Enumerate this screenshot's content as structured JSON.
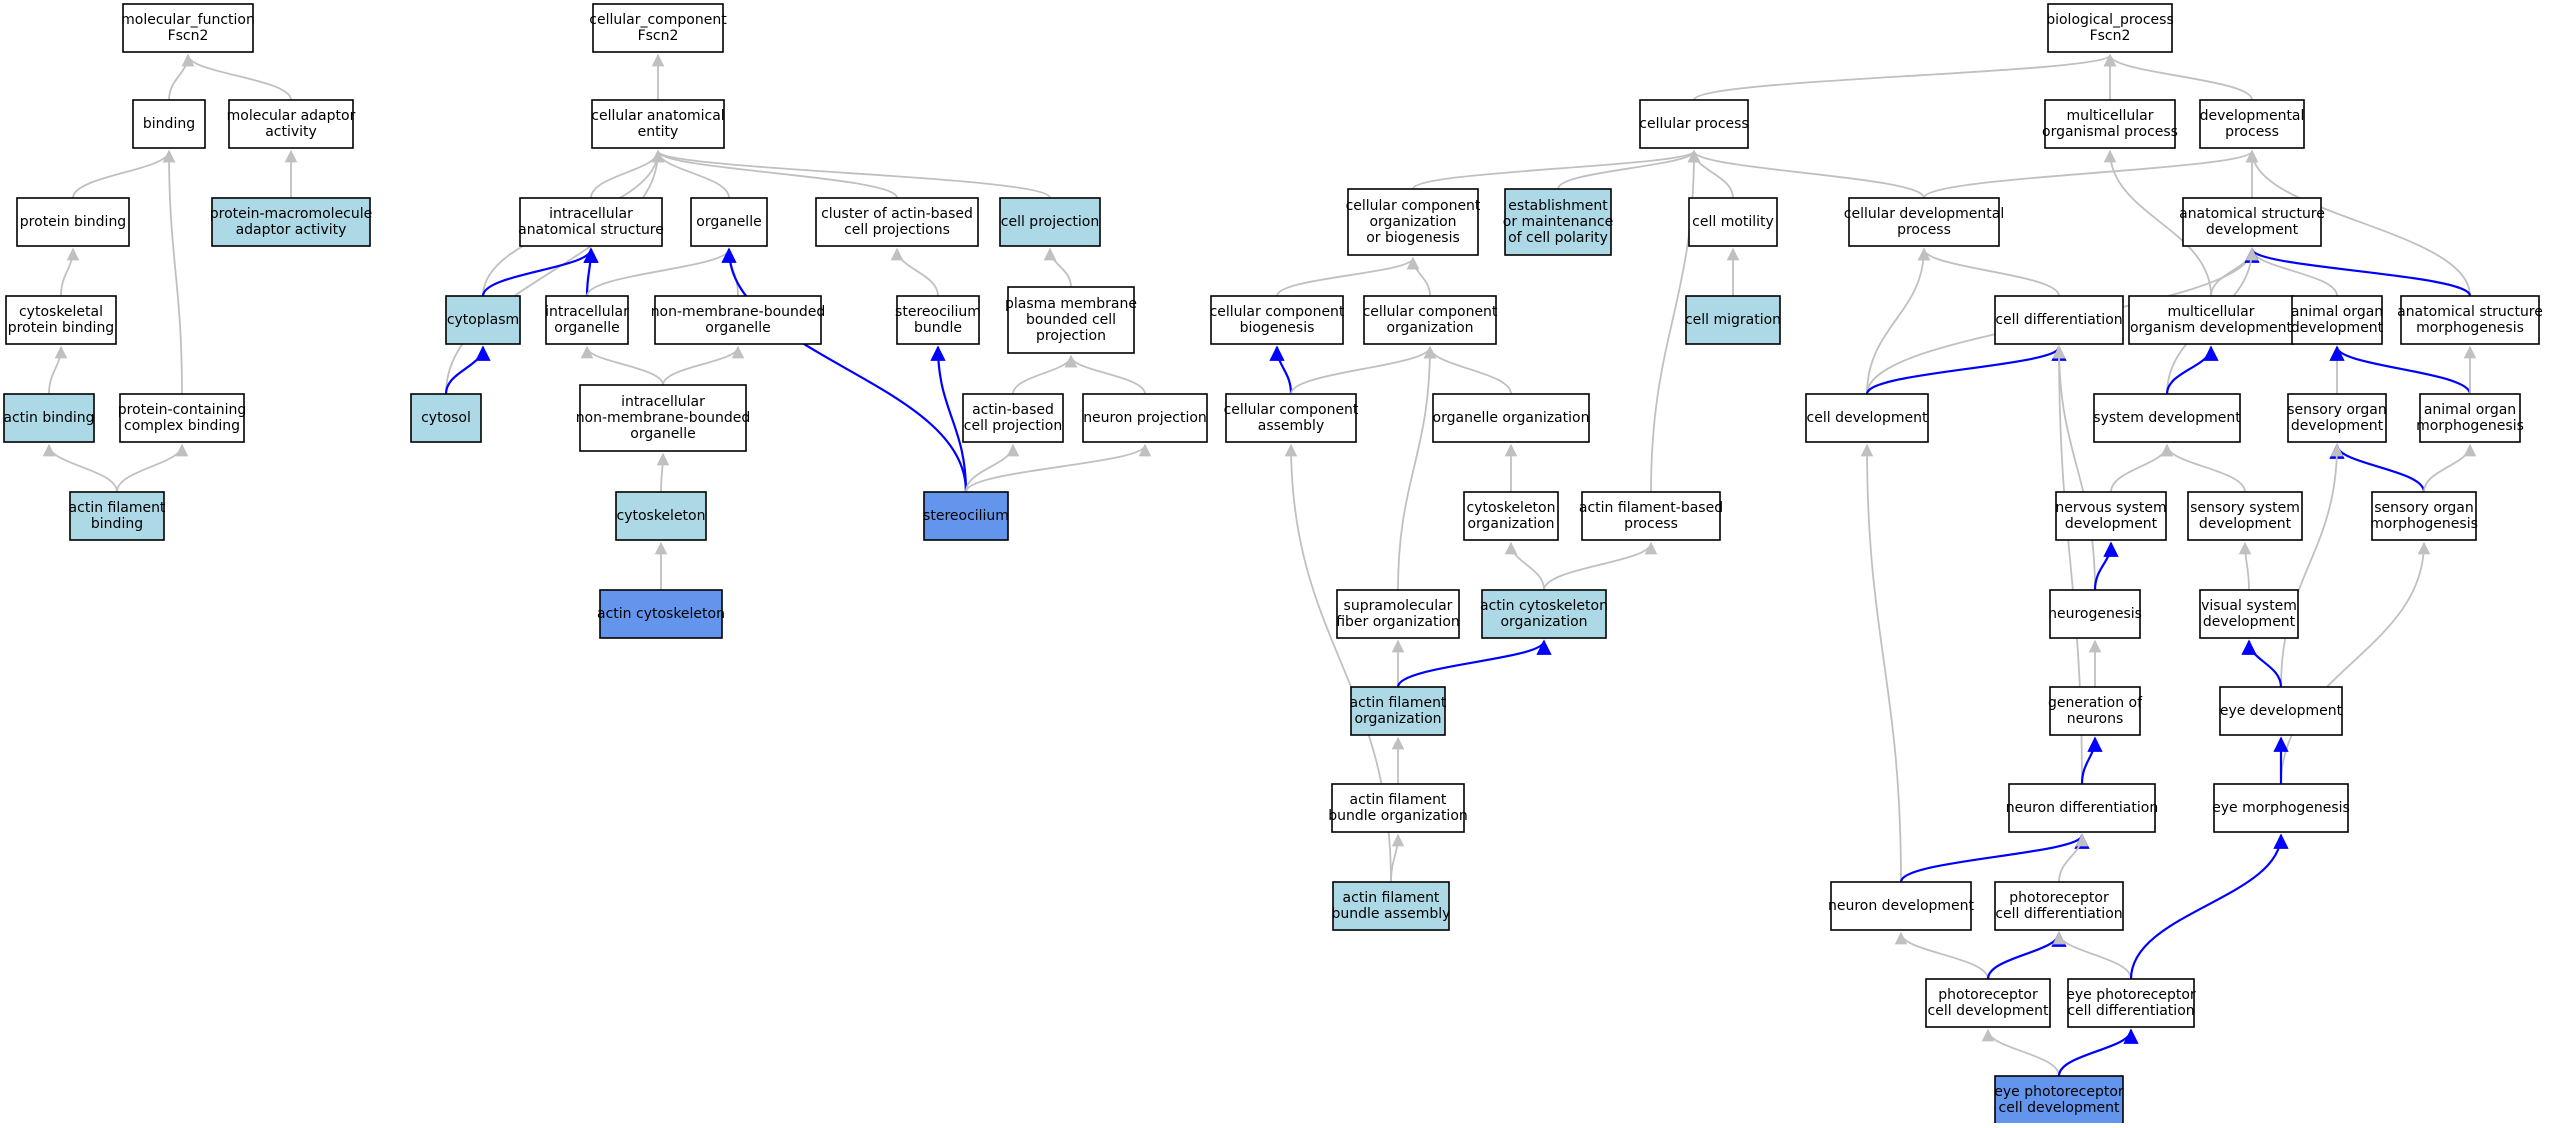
{
  "colors": {
    "plain": "#ffffff",
    "light": "#add8e6",
    "dark": "#6495ed",
    "edge_gray": "#c0c0c0",
    "edge_blue": "#0000ff"
  },
  "nodes": [
    {
      "id": "mf_root",
      "lines": [
        "molecular_function",
        "Fscn2"
      ],
      "style": "plain"
    },
    {
      "id": "binding",
      "lines": [
        "binding"
      ],
      "style": "plain"
    },
    {
      "id": "mol_adaptor",
      "lines": [
        "molecular adaptor",
        "activity"
      ],
      "style": "plain"
    },
    {
      "id": "protein_binding",
      "lines": [
        "protein binding"
      ],
      "style": "plain"
    },
    {
      "id": "prot_macro_adaptor",
      "lines": [
        "protein-macromolecule",
        "adaptor activity"
      ],
      "style": "light"
    },
    {
      "id": "cytoskeletal_pb",
      "lines": [
        "cytoskeletal",
        "protein binding"
      ],
      "style": "plain"
    },
    {
      "id": "actin_binding",
      "lines": [
        "actin binding"
      ],
      "style": "light"
    },
    {
      "id": "protein_complex_binding",
      "lines": [
        "protein-containing",
        "complex binding"
      ],
      "style": "plain"
    },
    {
      "id": "actin_filament_binding",
      "lines": [
        "actin filament",
        "binding"
      ],
      "style": "light"
    },
    {
      "id": "cc_root",
      "lines": [
        "cellular_component",
        "Fscn2"
      ],
      "style": "plain"
    },
    {
      "id": "cell_anat_entity",
      "lines": [
        "cellular anatomical",
        "entity"
      ],
      "style": "plain"
    },
    {
      "id": "intracellular_anat",
      "lines": [
        "intracellular",
        "anatomical structure"
      ],
      "style": "plain"
    },
    {
      "id": "organelle",
      "lines": [
        "organelle"
      ],
      "style": "plain"
    },
    {
      "id": "cluster_actin",
      "lines": [
        "cluster of actin-based",
        "cell projections"
      ],
      "style": "plain"
    },
    {
      "id": "cell_projection",
      "lines": [
        "cell projection"
      ],
      "style": "light"
    },
    {
      "id": "cytoplasm",
      "lines": [
        "cytoplasm"
      ],
      "style": "light"
    },
    {
      "id": "intracellular_organelle",
      "lines": [
        "intracellular",
        "organelle"
      ],
      "style": "plain"
    },
    {
      "id": "non_membrane_organelle",
      "lines": [
        "non-membrane-bounded",
        "organelle"
      ],
      "style": "plain"
    },
    {
      "id": "stereocilium_bundle",
      "lines": [
        "stereocilium",
        "bundle"
      ],
      "style": "plain"
    },
    {
      "id": "plasma_membrane_proj",
      "lines": [
        "plasma membrane",
        "bounded cell",
        "projection"
      ],
      "style": "plain"
    },
    {
      "id": "cytosol",
      "lines": [
        "cytosol"
      ],
      "style": "light"
    },
    {
      "id": "intracellular_nmbo",
      "lines": [
        "intracellular",
        "non-membrane-bounded",
        "organelle"
      ],
      "style": "plain"
    },
    {
      "id": "actin_based_proj",
      "lines": [
        "actin-based",
        "cell projection"
      ],
      "style": "plain"
    },
    {
      "id": "neuron_projection",
      "lines": [
        "neuron projection"
      ],
      "style": "plain"
    },
    {
      "id": "cytoskeleton",
      "lines": [
        "cytoskeleton"
      ],
      "style": "light"
    },
    {
      "id": "stereocilium",
      "lines": [
        "stereocilium"
      ],
      "style": "dark"
    },
    {
      "id": "actin_cytoskeleton",
      "lines": [
        "actin cytoskeleton"
      ],
      "style": "dark"
    },
    {
      "id": "bp_root",
      "lines": [
        "biological_process",
        "Fscn2"
      ],
      "style": "plain"
    },
    {
      "id": "cellular_process",
      "lines": [
        "cellular process"
      ],
      "style": "plain"
    },
    {
      "id": "multicellular_proc",
      "lines": [
        "multicellular",
        "organismal process"
      ],
      "style": "plain"
    },
    {
      "id": "developmental_proc",
      "lines": [
        "developmental",
        "process"
      ],
      "style": "plain"
    },
    {
      "id": "cc_org_biogenesis",
      "lines": [
        "cellular component",
        "organization",
        "or biogenesis"
      ],
      "style": "plain"
    },
    {
      "id": "establish_polarity",
      "lines": [
        "establishment",
        "or maintenance",
        "of cell polarity"
      ],
      "style": "light"
    },
    {
      "id": "cell_motility",
      "lines": [
        "cell motility"
      ],
      "style": "plain"
    },
    {
      "id": "cellular_dev_proc",
      "lines": [
        "cellular developmental",
        "process"
      ],
      "style": "plain"
    },
    {
      "id": "anat_struct_dev",
      "lines": [
        "anatomical structure",
        "development"
      ],
      "style": "plain"
    },
    {
      "id": "cc_biogenesis",
      "lines": [
        "cellular component",
        "biogenesis"
      ],
      "style": "plain"
    },
    {
      "id": "cc_organization",
      "lines": [
        "cellular component",
        "organization"
      ],
      "style": "plain"
    },
    {
      "id": "cell_migration",
      "lines": [
        "cell migration"
      ],
      "style": "light"
    },
    {
      "id": "cell_differentiation",
      "lines": [
        "cell differentiation"
      ],
      "style": "plain"
    },
    {
      "id": "multicellular_dev",
      "lines": [
        "multicellular",
        "organism development"
      ],
      "style": "plain"
    },
    {
      "id": "animal_organ_dev",
      "lines": [
        "animal organ",
        "development"
      ],
      "style": "plain"
    },
    {
      "id": "anat_struct_morph",
      "lines": [
        "anatomical structure",
        "morphogenesis"
      ],
      "style": "plain"
    },
    {
      "id": "cc_assembly",
      "lines": [
        "cellular component",
        "assembly"
      ],
      "style": "plain"
    },
    {
      "id": "organelle_org",
      "lines": [
        "organelle organization"
      ],
      "style": "plain"
    },
    {
      "id": "cell_development",
      "lines": [
        "cell development"
      ],
      "style": "plain"
    },
    {
      "id": "system_development",
      "lines": [
        "system development"
      ],
      "style": "plain"
    },
    {
      "id": "sensory_organ_dev",
      "lines": [
        "sensory organ",
        "development"
      ],
      "style": "plain"
    },
    {
      "id": "animal_organ_morph",
      "lines": [
        "animal organ",
        "morphogenesis"
      ],
      "style": "plain"
    },
    {
      "id": "cytoskeleton_org",
      "lines": [
        "cytoskeleton",
        "organization"
      ],
      "style": "plain"
    },
    {
      "id": "actin_filament_based",
      "lines": [
        "actin filament-based",
        "process"
      ],
      "style": "plain"
    },
    {
      "id": "nervous_system_dev",
      "lines": [
        "nervous system",
        "development"
      ],
      "style": "plain"
    },
    {
      "id": "sensory_system_dev",
      "lines": [
        "sensory system",
        "development"
      ],
      "style": "plain"
    },
    {
      "id": "sensory_organ_morph",
      "lines": [
        "sensory organ",
        "morphogenesis"
      ],
      "style": "plain"
    },
    {
      "id": "supramolecular_fiber",
      "lines": [
        "supramolecular",
        "fiber organization"
      ],
      "style": "plain"
    },
    {
      "id": "actin_cytoskeleton_org",
      "lines": [
        "actin cytoskeleton",
        "organization"
      ],
      "style": "light"
    },
    {
      "id": "neurogenesis",
      "lines": [
        "neurogenesis"
      ],
      "style": "plain"
    },
    {
      "id": "visual_system_dev",
      "lines": [
        "visual system",
        "development"
      ],
      "style": "plain"
    },
    {
      "id": "actin_filament_org",
      "lines": [
        "actin filament",
        "organization"
      ],
      "style": "light"
    },
    {
      "id": "generation_neurons",
      "lines": [
        "generation of",
        "neurons"
      ],
      "style": "plain"
    },
    {
      "id": "eye_development",
      "lines": [
        "eye development"
      ],
      "style": "plain"
    },
    {
      "id": "actin_filament_bundle_org",
      "lines": [
        "actin filament",
        "bundle organization"
      ],
      "style": "plain"
    },
    {
      "id": "neuron_differentiation",
      "lines": [
        "neuron differentiation"
      ],
      "style": "plain"
    },
    {
      "id": "eye_morphogenesis",
      "lines": [
        "eye morphogenesis"
      ],
      "style": "plain"
    },
    {
      "id": "actin_filament_bundle_asm",
      "lines": [
        "actin filament",
        "bundle assembly"
      ],
      "style": "light"
    },
    {
      "id": "neuron_development",
      "lines": [
        "neuron development"
      ],
      "style": "plain"
    },
    {
      "id": "photoreceptor_cell_diff",
      "lines": [
        "photoreceptor",
        "cell differentiation"
      ],
      "style": "plain"
    },
    {
      "id": "photoreceptor_cell_dev",
      "lines": [
        "photoreceptor",
        "cell development"
      ],
      "style": "plain"
    },
    {
      "id": "eye_photoreceptor_diff",
      "lines": [
        "eye photoreceptor",
        "cell differentiation"
      ],
      "style": "plain"
    },
    {
      "id": "eye_photoreceptor_dev",
      "lines": [
        "eye photoreceptor",
        "cell development"
      ],
      "style": "dark"
    }
  ],
  "edges": [
    {
      "from": "binding",
      "to": "mf_root",
      "kind": "gray"
    },
    {
      "from": "mol_adaptor",
      "to": "mf_root",
      "kind": "gray"
    },
    {
      "from": "protein_binding",
      "to": "binding",
      "kind": "gray"
    },
    {
      "from": "protein_complex_binding",
      "to": "binding",
      "kind": "gray"
    },
    {
      "from": "prot_macro_adaptor",
      "to": "mol_adaptor",
      "kind": "gray"
    },
    {
      "from": "cytoskeletal_pb",
      "to": "protein_binding",
      "kind": "gray"
    },
    {
      "from": "actin_binding",
      "to": "cytoskeletal_pb",
      "kind": "gray"
    },
    {
      "from": "actin_filament_binding",
      "to": "actin_binding",
      "kind": "gray"
    },
    {
      "from": "actin_filament_binding",
      "to": "protein_complex_binding",
      "kind": "gray"
    },
    {
      "from": "cell_anat_entity",
      "to": "cc_root",
      "kind": "gray"
    },
    {
      "from": "intracellular_anat",
      "to": "cell_anat_entity",
      "kind": "gray"
    },
    {
      "from": "organelle",
      "to": "cell_anat_entity",
      "kind": "gray"
    },
    {
      "from": "cluster_actin",
      "to": "cell_anat_entity",
      "kind": "gray"
    },
    {
      "from": "cell_projection",
      "to": "cell_anat_entity",
      "kind": "gray"
    },
    {
      "from": "cytoplasm",
      "to": "cell_anat_entity",
      "kind": "gray"
    },
    {
      "from": "cytosol",
      "to": "cell_anat_entity",
      "kind": "gray"
    },
    {
      "from": "cytoplasm",
      "to": "intracellular_anat",
      "kind": "blue"
    },
    {
      "from": "intracellular_organelle",
      "to": "intracellular_anat",
      "kind": "blue"
    },
    {
      "from": "intracellular_organelle",
      "to": "organelle",
      "kind": "gray"
    },
    {
      "from": "non_membrane_organelle",
      "to": "organelle",
      "kind": "gray"
    },
    {
      "from": "stereocilium",
      "to": "organelle",
      "kind": "blue"
    },
    {
      "from": "stereocilium_bundle",
      "to": "cluster_actin",
      "kind": "gray"
    },
    {
      "from": "plasma_membrane_proj",
      "to": "cell_projection",
      "kind": "gray"
    },
    {
      "from": "cytosol",
      "to": "cytoplasm",
      "kind": "blue"
    },
    {
      "from": "intracellular_nmbo",
      "to": "intracellular_organelle",
      "kind": "gray"
    },
    {
      "from": "intracellular_nmbo",
      "to": "non_membrane_organelle",
      "kind": "gray"
    },
    {
      "from": "cytoskeleton",
      "to": "intracellular_nmbo",
      "kind": "gray"
    },
    {
      "from": "actin_cytoskeleton",
      "to": "cytoskeleton",
      "kind": "gray"
    },
    {
      "from": "stereocilium",
      "to": "stereocilium_bundle",
      "kind": "blue"
    },
    {
      "from": "actin_based_proj",
      "to": "plasma_membrane_proj",
      "kind": "gray"
    },
    {
      "from": "neuron_projection",
      "to": "plasma_membrane_proj",
      "kind": "gray"
    },
    {
      "from": "stereocilium",
      "to": "actin_based_proj",
      "kind": "gray"
    },
    {
      "from": "stereocilium",
      "to": "neuron_projection",
      "kind": "gray"
    },
    {
      "from": "cellular_process",
      "to": "bp_root",
      "kind": "gray"
    },
    {
      "from": "multicellular_proc",
      "to": "bp_root",
      "kind": "gray"
    },
    {
      "from": "developmental_proc",
      "to": "bp_root",
      "kind": "gray"
    },
    {
      "from": "cc_org_biogenesis",
      "to": "cellular_process",
      "kind": "gray"
    },
    {
      "from": "establish_polarity",
      "to": "cellular_process",
      "kind": "gray"
    },
    {
      "from": "cell_motility",
      "to": "cellular_process",
      "kind": "gray"
    },
    {
      "from": "cellular_dev_proc",
      "to": "cellular_process",
      "kind": "gray"
    },
    {
      "from": "actin_filament_based",
      "to": "cellular_process",
      "kind": "gray"
    },
    {
      "from": "cellular_dev_proc",
      "to": "developmental_proc",
      "kind": "gray"
    },
    {
      "from": "anat_struct_dev",
      "to": "developmental_proc",
      "kind": "gray"
    },
    {
      "from": "anat_struct_morph",
      "to": "developmental_proc",
      "kind": "gray"
    },
    {
      "from": "multicellular_dev",
      "to": "multicellular_proc",
      "kind": "gray"
    },
    {
      "from": "cc_biogenesis",
      "to": "cc_org_biogenesis",
      "kind": "gray"
    },
    {
      "from": "cc_organization",
      "to": "cc_org_biogenesis",
      "kind": "gray"
    },
    {
      "from": "cell_migration",
      "to": "cell_motility",
      "kind": "gray"
    },
    {
      "from": "cell_differentiation",
      "to": "cellular_dev_proc",
      "kind": "gray"
    },
    {
      "from": "cell_development",
      "to": "cellular_dev_proc",
      "kind": "gray"
    },
    {
      "from": "cell_development",
      "to": "anat_struct_dev",
      "kind": "gray"
    },
    {
      "from": "multicellular_dev",
      "to": "anat_struct_dev",
      "kind": "gray"
    },
    {
      "from": "animal_organ_dev",
      "to": "anat_struct_dev",
      "kind": "gray"
    },
    {
      "from": "anat_struct_morph",
      "to": "anat_struct_dev",
      "kind": "blue"
    },
    {
      "from": "system_development",
      "to": "anat_struct_dev",
      "kind": "gray"
    },
    {
      "from": "cc_assembly",
      "to": "cc_biogenesis",
      "kind": "blue"
    },
    {
      "from": "cc_assembly",
      "to": "cc_organization",
      "kind": "gray"
    },
    {
      "from": "organelle_org",
      "to": "cc_organization",
      "kind": "gray"
    },
    {
      "from": "supramolecular_fiber",
      "to": "cc_organization",
      "kind": "gray"
    },
    {
      "from": "cell_development",
      "to": "cell_differentiation",
      "kind": "blue"
    },
    {
      "from": "neurogenesis",
      "to": "cell_differentiation",
      "kind": "gray"
    },
    {
      "from": "neuron_differentiation",
      "to": "cell_differentiation",
      "kind": "gray"
    },
    {
      "from": "system_development",
      "to": "multicellular_dev",
      "kind": "blue"
    },
    {
      "from": "sensory_organ_dev",
      "to": "animal_organ_dev",
      "kind": "gray"
    },
    {
      "from": "animal_organ_morph",
      "to": "animal_organ_dev",
      "kind": "blue"
    },
    {
      "from": "animal_organ_morph",
      "to": "anat_struct_morph",
      "kind": "gray"
    },
    {
      "from": "actin_filament_bundle_asm",
      "to": "cc_assembly",
      "kind": "gray"
    },
    {
      "from": "cytoskeleton_org",
      "to": "organelle_org",
      "kind": "gray"
    },
    {
      "from": "neuron_development",
      "to": "cell_development",
      "kind": "gray"
    },
    {
      "from": "nervous_system_dev",
      "to": "system_development",
      "kind": "gray"
    },
    {
      "from": "sensory_system_dev",
      "to": "system_development",
      "kind": "gray"
    },
    {
      "from": "sensory_organ_morph",
      "to": "sensory_organ_dev",
      "kind": "blue"
    },
    {
      "from": "eye_development",
      "to": "sensory_organ_dev",
      "kind": "gray"
    },
    {
      "from": "sensory_organ_morph",
      "to": "animal_organ_morph",
      "kind": "gray"
    },
    {
      "from": "actin_cytoskeleton_org",
      "to": "cytoskeleton_org",
      "kind": "gray"
    },
    {
      "from": "actin_cytoskeleton_org",
      "to": "actin_filament_based",
      "kind": "gray"
    },
    {
      "from": "neurogenesis",
      "to": "nervous_system_dev",
      "kind": "blue"
    },
    {
      "from": "visual_system_dev",
      "to": "sensory_system_dev",
      "kind": "gray"
    },
    {
      "from": "eye_morphogenesis",
      "to": "sensory_organ_morph",
      "kind": "gray"
    },
    {
      "from": "actin_filament_org",
      "to": "supramolecular_fiber",
      "kind": "gray"
    },
    {
      "from": "actin_filament_org",
      "to": "actin_cytoskeleton_org",
      "kind": "blue"
    },
    {
      "from": "generation_neurons",
      "to": "neurogenesis",
      "kind": "gray"
    },
    {
      "from": "eye_development",
      "to": "visual_system_dev",
      "kind": "blue"
    },
    {
      "from": "actin_filament_bundle_org",
      "to": "actin_filament_org",
      "kind": "gray"
    },
    {
      "from": "neuron_differentiation",
      "to": "generation_neurons",
      "kind": "blue"
    },
    {
      "from": "eye_morphogenesis",
      "to": "eye_development",
      "kind": "blue"
    },
    {
      "from": "actin_filament_bundle_asm",
      "to": "actin_filament_bundle_org",
      "kind": "gray"
    },
    {
      "from": "neuron_development",
      "to": "neuron_differentiation",
      "kind": "blue"
    },
    {
      "from": "photoreceptor_cell_diff",
      "to": "neuron_differentiation",
      "kind": "gray"
    },
    {
      "from": "photoreceptor_cell_dev",
      "to": "neuron_development",
      "kind": "gray"
    },
    {
      "from": "photoreceptor_cell_dev",
      "to": "photoreceptor_cell_diff",
      "kind": "blue"
    },
    {
      "from": "eye_photoreceptor_diff",
      "to": "photoreceptor_cell_diff",
      "kind": "gray"
    },
    {
      "from": "eye_photoreceptor_diff",
      "to": "eye_morphogenesis",
      "kind": "blue"
    },
    {
      "from": "eye_photoreceptor_dev",
      "to": "photoreceptor_cell_dev",
      "kind": "gray"
    },
    {
      "from": "eye_photoreceptor_dev",
      "to": "eye_photoreceptor_diff",
      "kind": "blue"
    }
  ]
}
